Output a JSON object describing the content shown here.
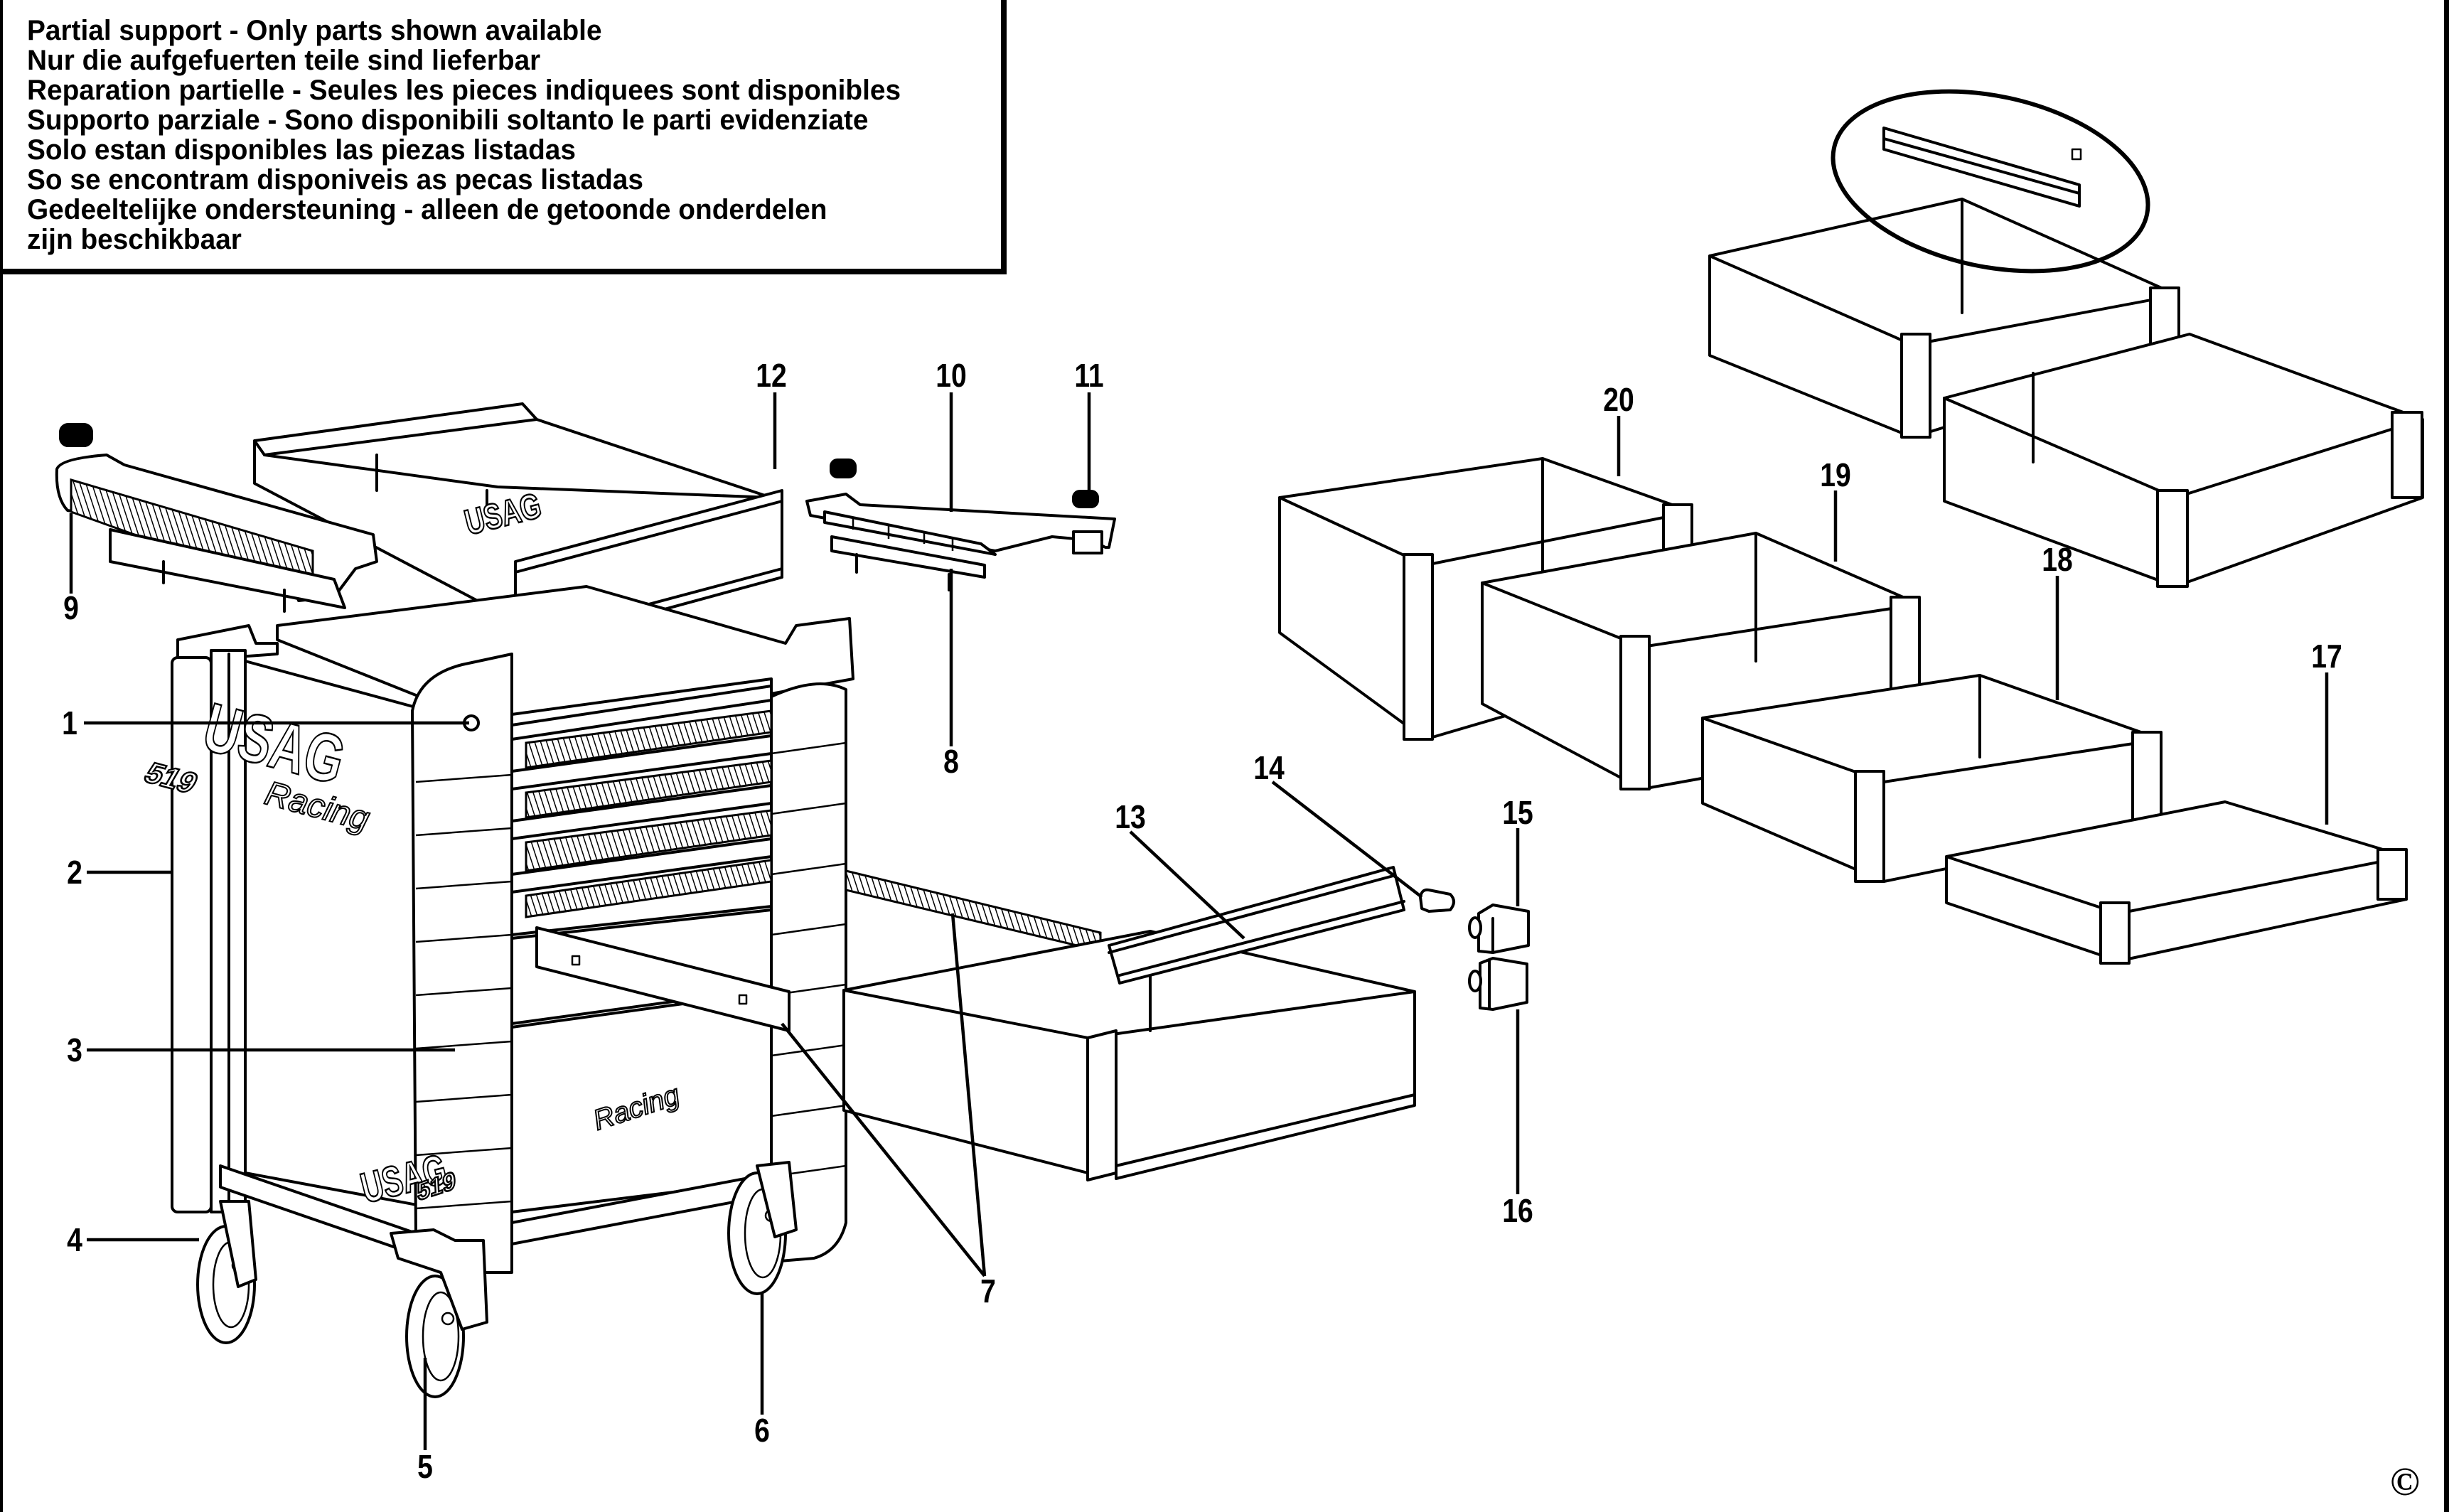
{
  "document": {
    "type": "exploded parts diagram",
    "subject": "tool trolley with drawers"
  },
  "notice": {
    "lines": [
      "Partial support - Only parts shown available",
      "Nur die aufgefuerten teile sind lieferbar",
      "Reparation partielle - Seules les pieces indiquees sont disponibles",
      "Supporto parziale - Sono disponibili soltanto le parti evidenziate",
      "Solo estan disponibles las piezas listadas",
      "So se encontram disponiveis as pecas listadas",
      "Gedeeltelijke ondersteuning - alleen de getoonde onderdelen",
      "zijn beschikbaar"
    ]
  },
  "branding": {
    "logo": "USAG",
    "model_script": "Racing",
    "model_number": "519"
  },
  "callouts": [
    {
      "id": "1",
      "label": "1"
    },
    {
      "id": "2",
      "label": "2"
    },
    {
      "id": "3",
      "label": "3"
    },
    {
      "id": "4",
      "label": "4"
    },
    {
      "id": "5",
      "label": "5"
    },
    {
      "id": "6",
      "label": "6"
    },
    {
      "id": "7",
      "label": "7"
    },
    {
      "id": "8",
      "label": "8"
    },
    {
      "id": "9",
      "label": "9"
    },
    {
      "id": "10",
      "label": "10"
    },
    {
      "id": "11",
      "label": "11"
    },
    {
      "id": "12",
      "label": "12"
    },
    {
      "id": "13",
      "label": "13"
    },
    {
      "id": "14",
      "label": "14"
    },
    {
      "id": "15",
      "label": "15"
    },
    {
      "id": "16",
      "label": "16"
    },
    {
      "id": "17",
      "label": "17"
    },
    {
      "id": "18",
      "label": "18"
    },
    {
      "id": "19",
      "label": "19"
    },
    {
      "id": "20",
      "label": "20"
    }
  ],
  "footer": {
    "copyright_symbol": "©"
  }
}
